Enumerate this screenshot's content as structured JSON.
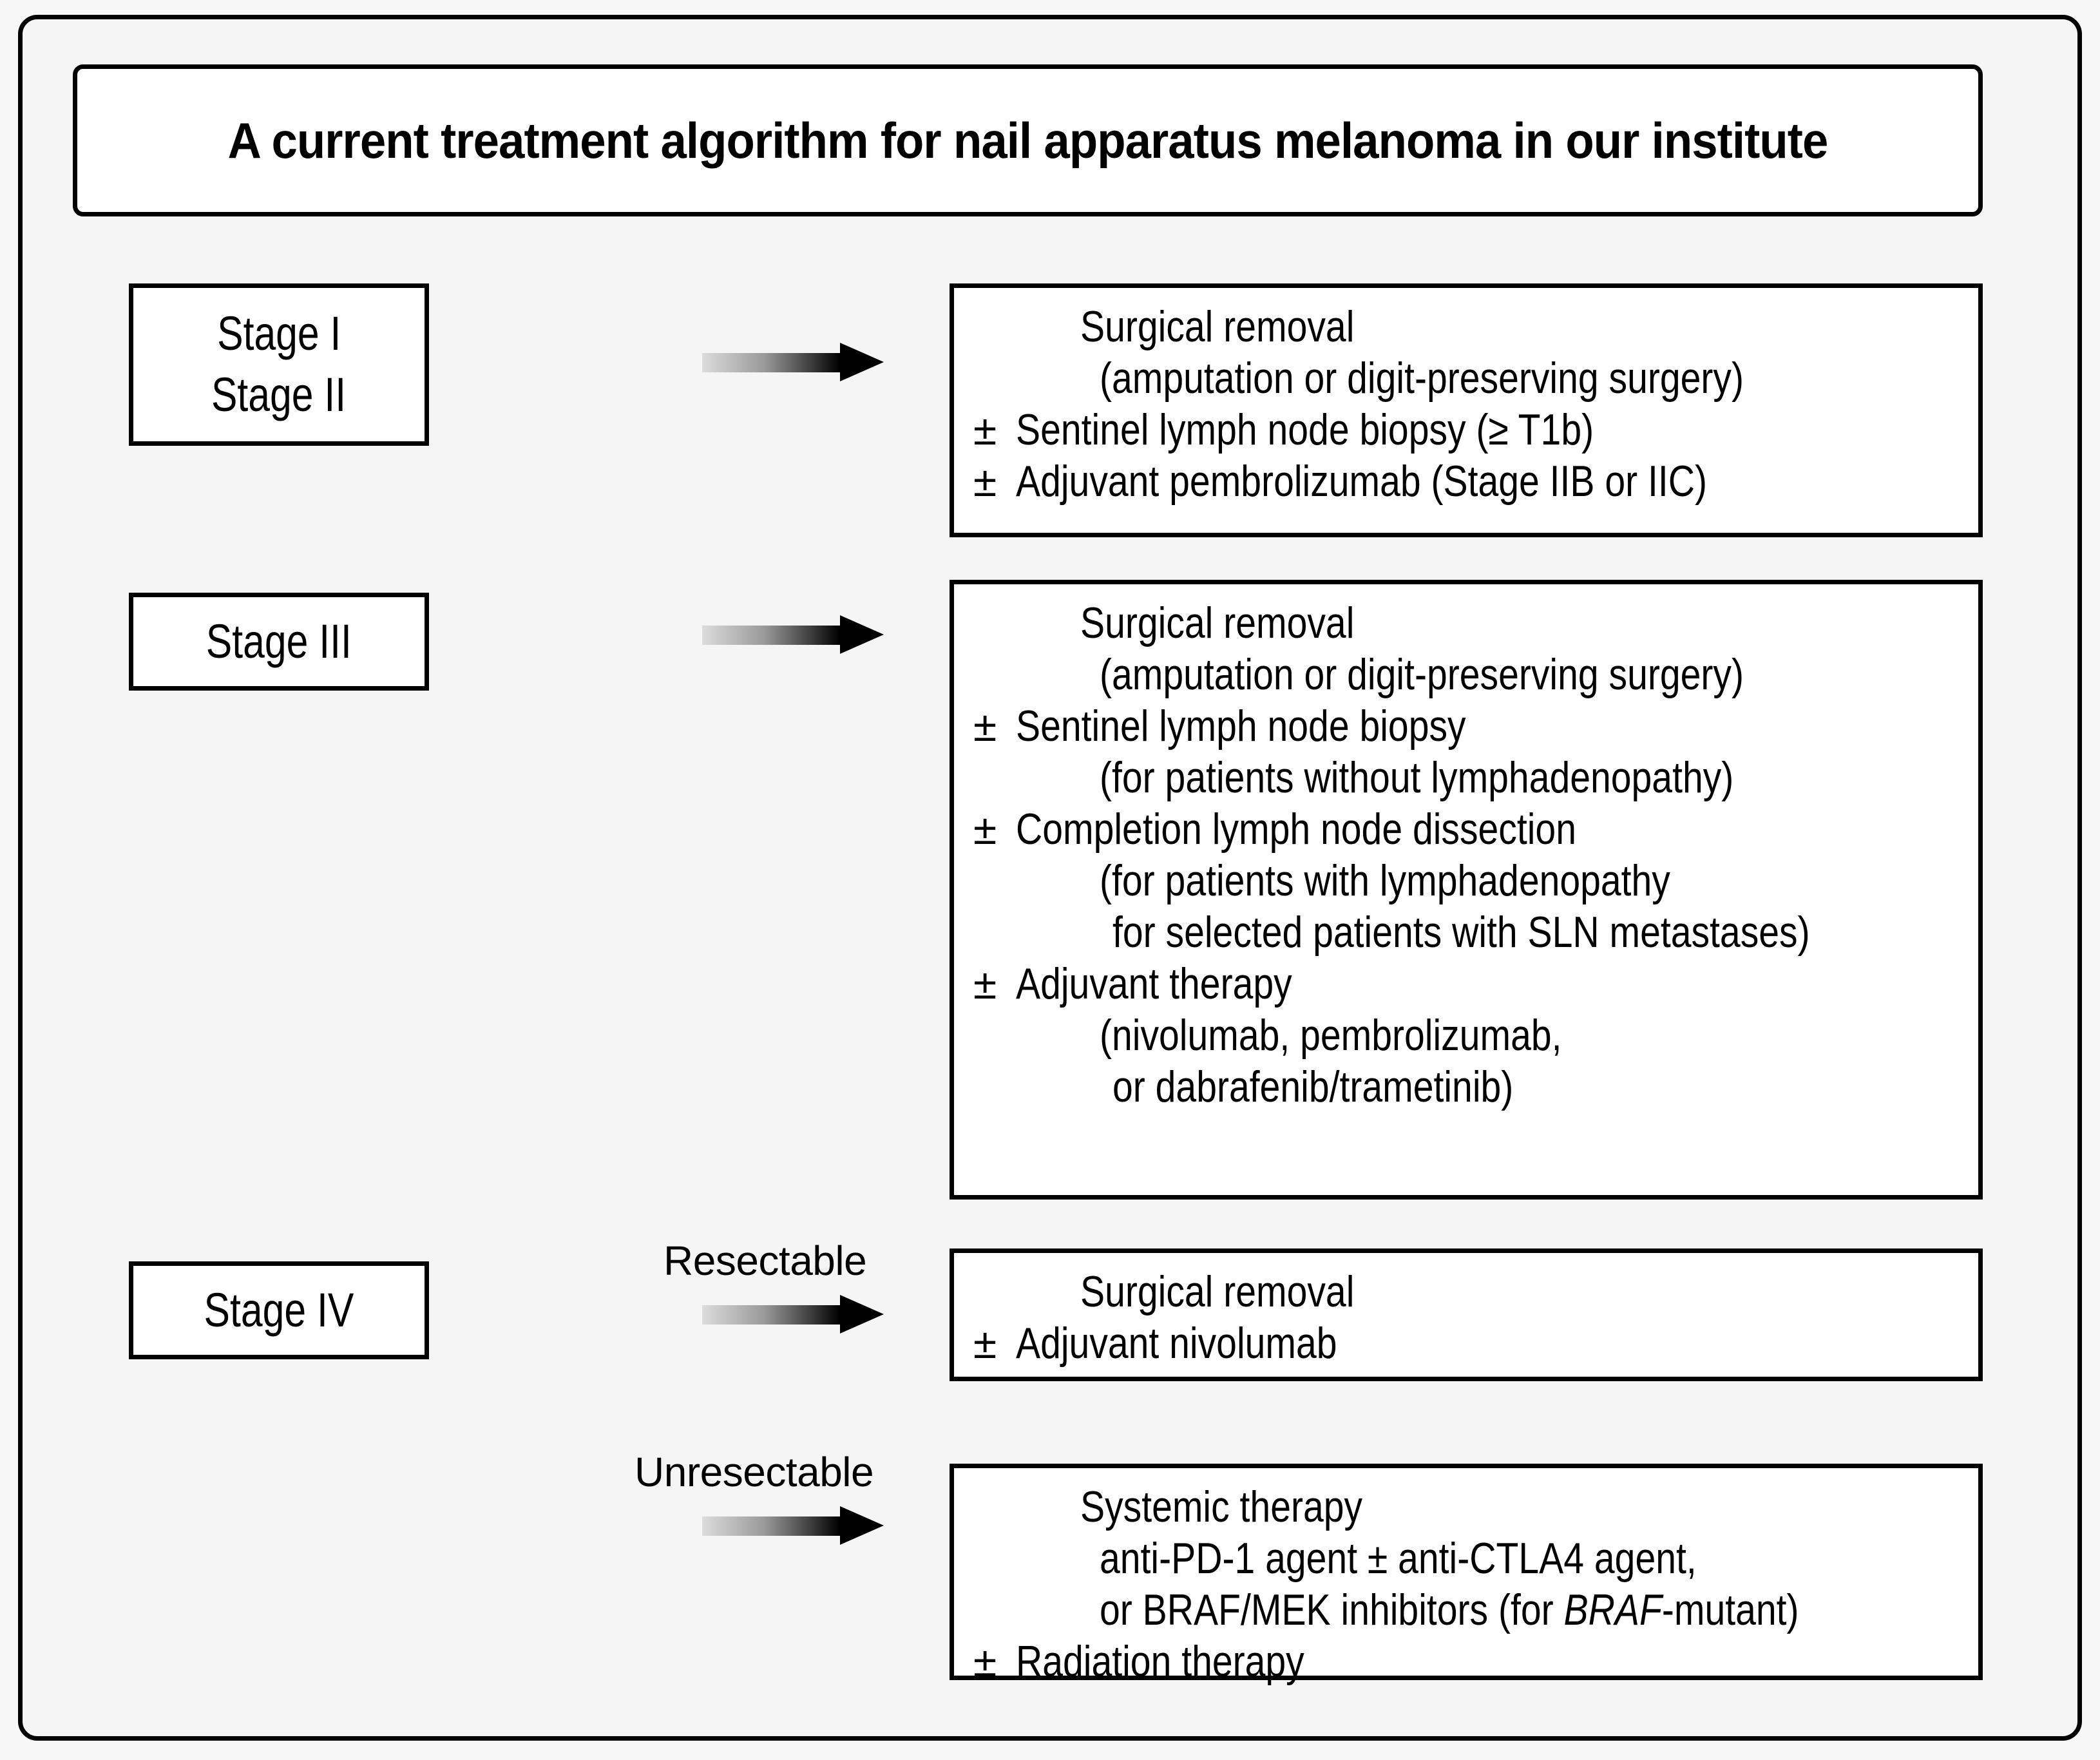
{
  "figure": {
    "title": "A current treatment algorithm for nail apparatus melanoma in our institute"
  },
  "stages": [
    {
      "id": "stage-1-2",
      "lines": [
        "Stage I",
        "Stage II"
      ]
    },
    {
      "id": "stage-3",
      "lines": [
        "Stage III"
      ]
    },
    {
      "id": "stage-4",
      "lines": [
        "Stage IV"
      ]
    }
  ],
  "arrow_labels": {
    "resectable": "Resectable",
    "unresectable": "Unresectable"
  },
  "symbols": {
    "plus_minus": "±"
  },
  "treatments": {
    "stage_1_2": [
      {
        "marker": "",
        "indent": 1,
        "text": "Surgical removal"
      },
      {
        "marker": "",
        "indent": 2,
        "text": "(amputation or digit-preserving surgery)"
      },
      {
        "marker": "±",
        "indent": 0,
        "text": "Sentinel lymph node biopsy (≥ T1b)"
      },
      {
        "marker": "±",
        "indent": 0,
        "text": "Adjuvant pembrolizumab (Stage IIB or IIC)"
      }
    ],
    "stage_3": [
      {
        "marker": "",
        "indent": 1,
        "text": "Surgical removal"
      },
      {
        "marker": "",
        "indent": 2,
        "text": "(amputation or digit-preserving surgery)"
      },
      {
        "marker": "±",
        "indent": 0,
        "text": "Sentinel lymph node biopsy"
      },
      {
        "marker": "",
        "indent": 2,
        "text": "(for patients without lymphadenopathy)"
      },
      {
        "marker": "±",
        "indent": 0,
        "text": "Completion lymph node dissection"
      },
      {
        "marker": "",
        "indent": 2,
        "text": "(for patients with lymphadenopathy"
      },
      {
        "marker": "",
        "indent": 3,
        "text": "for selected patients with SLN metastases)"
      },
      {
        "marker": "±",
        "indent": 0,
        "text": "Adjuvant therapy"
      },
      {
        "marker": "",
        "indent": 2,
        "text": "(nivolumab, pembrolizumab,"
      },
      {
        "marker": "",
        "indent": 3,
        "text": "or dabrafenib/trametinib)"
      }
    ],
    "stage_4_resectable": [
      {
        "marker": "",
        "indent": 1,
        "text": "Surgical removal"
      },
      {
        "marker": "±",
        "indent": 0,
        "text": "Adjuvant nivolumab"
      }
    ],
    "stage_4_unresectable": [
      {
        "marker": "",
        "indent": 1,
        "text": "Systemic therapy"
      },
      {
        "marker": "",
        "indent": 2,
        "text": "anti-PD-1 agent ± anti-CTLA4 agent,"
      },
      {
        "marker": "",
        "indent": 2,
        "text_pre": "or BRAF/MEK inhibitors (for ",
        "text_italic": "BRAF",
        "text_post": "-mutant)"
      },
      {
        "marker": "±",
        "indent": 0,
        "text": "Radiation therapy"
      }
    ]
  },
  "colors": {
    "stroke": "#000000",
    "box_fill": "#ffffff",
    "page_fill": "#f5f5f5",
    "arrow_gradient_start": "#dcdcdc",
    "arrow_gradient_end": "#000000"
  }
}
